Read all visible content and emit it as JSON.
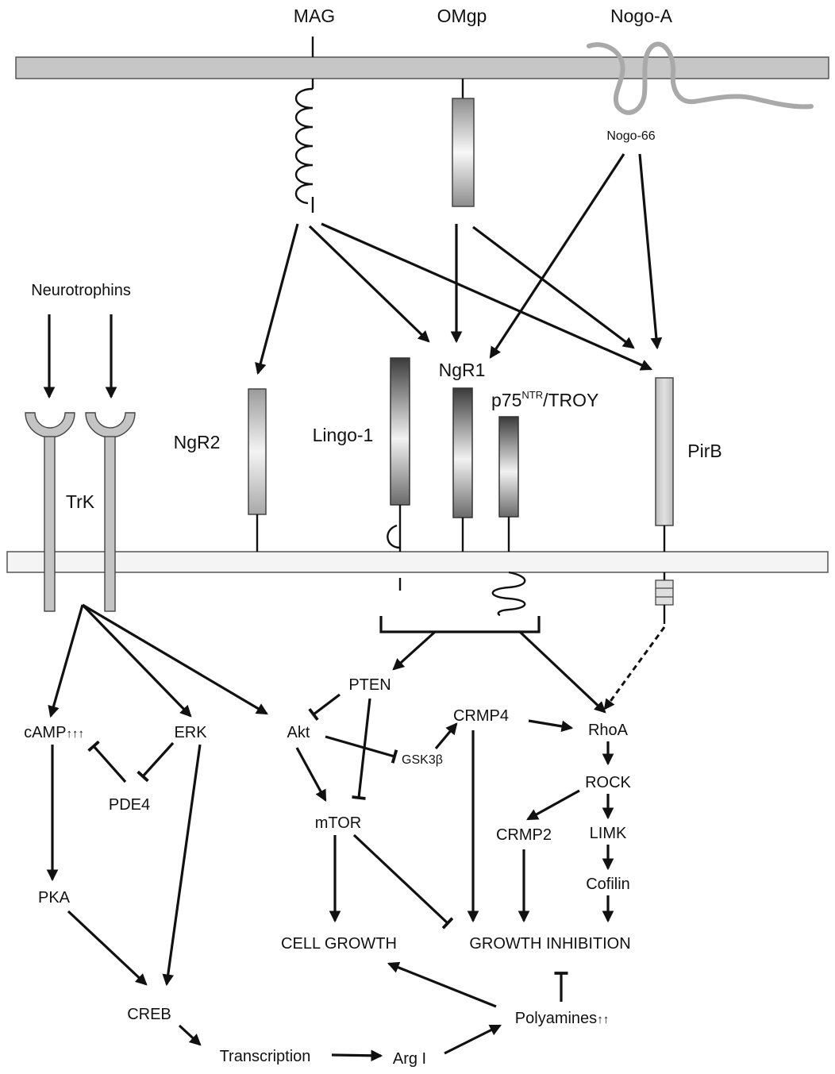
{
  "ligands": {
    "mag": "MAG",
    "omgp": "OMgp",
    "nogo_a": "Nogo-A",
    "nogo_66": "Nogo-66",
    "neurotrophins": "Neurotrophins"
  },
  "receptors": {
    "trk": "TrK",
    "ngr2": "NgR2",
    "lingo1": "Lingo-1",
    "ngr1": "NgR1",
    "p75_base": "p75",
    "p75_sup": "NTR",
    "p75_suffix": "/TROY",
    "pirb": "PirB"
  },
  "nodes": {
    "camp": "cAMP",
    "camp_arrows": "↑↑↑",
    "erk": "ERK",
    "pde4": "PDE4",
    "pka": "PKA",
    "creb": "CREB",
    "transcription": "Transcription",
    "arg1": "Arg I",
    "polyamines": "Polyamines",
    "polyamines_arrows": "↑↑",
    "akt": "Akt",
    "pten": "PTEN",
    "gsk3b": "GSK3β",
    "mtor": "mTOR",
    "crmp4": "CRMP4",
    "crmp2": "CRMP2",
    "rhoa": "RhoA",
    "rock": "ROCK",
    "limk": "LIMK",
    "cofilin": "Cofilin",
    "cell_growth": "CELL GROWTH",
    "growth_inhibition": "GROWTH INHIBITION"
  },
  "colors": {
    "membrane_top": "#c6c6c6",
    "membrane_bottom": "#f4f4f4",
    "receptor_dark": "#3a3a3a",
    "receptor_light": "#ececec",
    "nogo_a_chain": "#a9a9a9",
    "line": "#111111"
  }
}
